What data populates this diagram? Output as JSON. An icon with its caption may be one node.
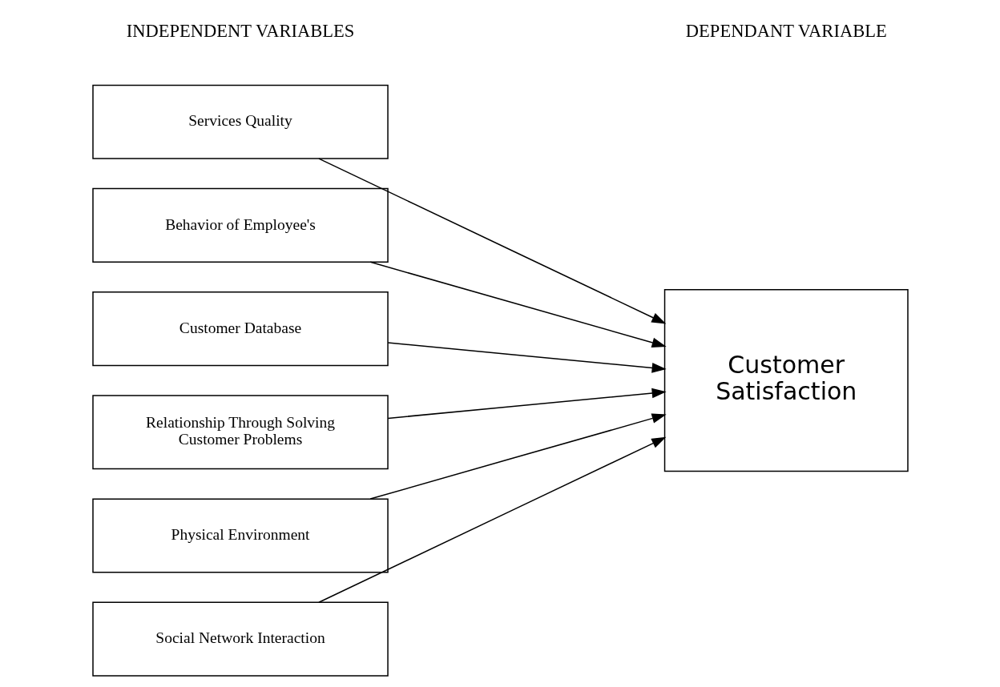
{
  "diagram": {
    "nodes": [
      {
        "text": [
          "Services Quality"
        ]
      },
      {
        "text": [
          "Behavior of Employee's"
        ]
      },
      {
        "text": [
          "Customer Database"
        ]
      },
      {
        "text": [
          "Relationship Through Solving Customer Problems"
        ]
      },
      {
        "text": [
          "Physical Environment"
        ]
      },
      {
        "text": [
          "Social Network Interaction"
        ]
      },
      {
        "text": [
          "Customer Satisfaction"
        ]
      }
    ],
    "edges": [
      {
        "from": 0,
        "to": 6,
        "arrow": "to"
      },
      {
        "from": 1,
        "to": 6,
        "arrow": "to"
      },
      {
        "from": 2,
        "to": 6,
        "arrow": "to"
      },
      {
        "from": 3,
        "to": 6,
        "arrow": "to"
      },
      {
        "from": 4,
        "to": 6,
        "arrow": "to"
      },
      {
        "from": 5,
        "to": 6,
        "arrow": "to"
      }
    ],
    "labels": [
      "INDEPENDENT VARIABLES",
      "DEPENDANT VARIABLE"
    ]
  }
}
